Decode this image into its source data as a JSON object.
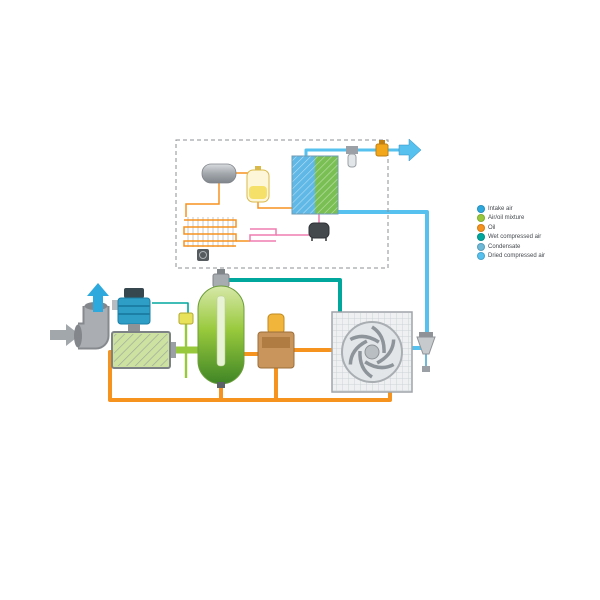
{
  "legend": {
    "items": [
      {
        "label": "Intake air"
      },
      {
        "label": "Air/oil mixture"
      },
      {
        "label": "Oil"
      },
      {
        "label": "Wet compressed air"
      },
      {
        "label": "Condensate"
      },
      {
        "label": "Dried compressed air"
      }
    ]
  },
  "colors": {
    "intake_air": "#2ea9dd",
    "air_oil_mixture": "#98c93c",
    "oil": "#f6921e",
    "wet_compressed_air": "#00a79d",
    "condensate": "#6db9d8",
    "dried_compressed_air": "#56c1ee"
  }
}
